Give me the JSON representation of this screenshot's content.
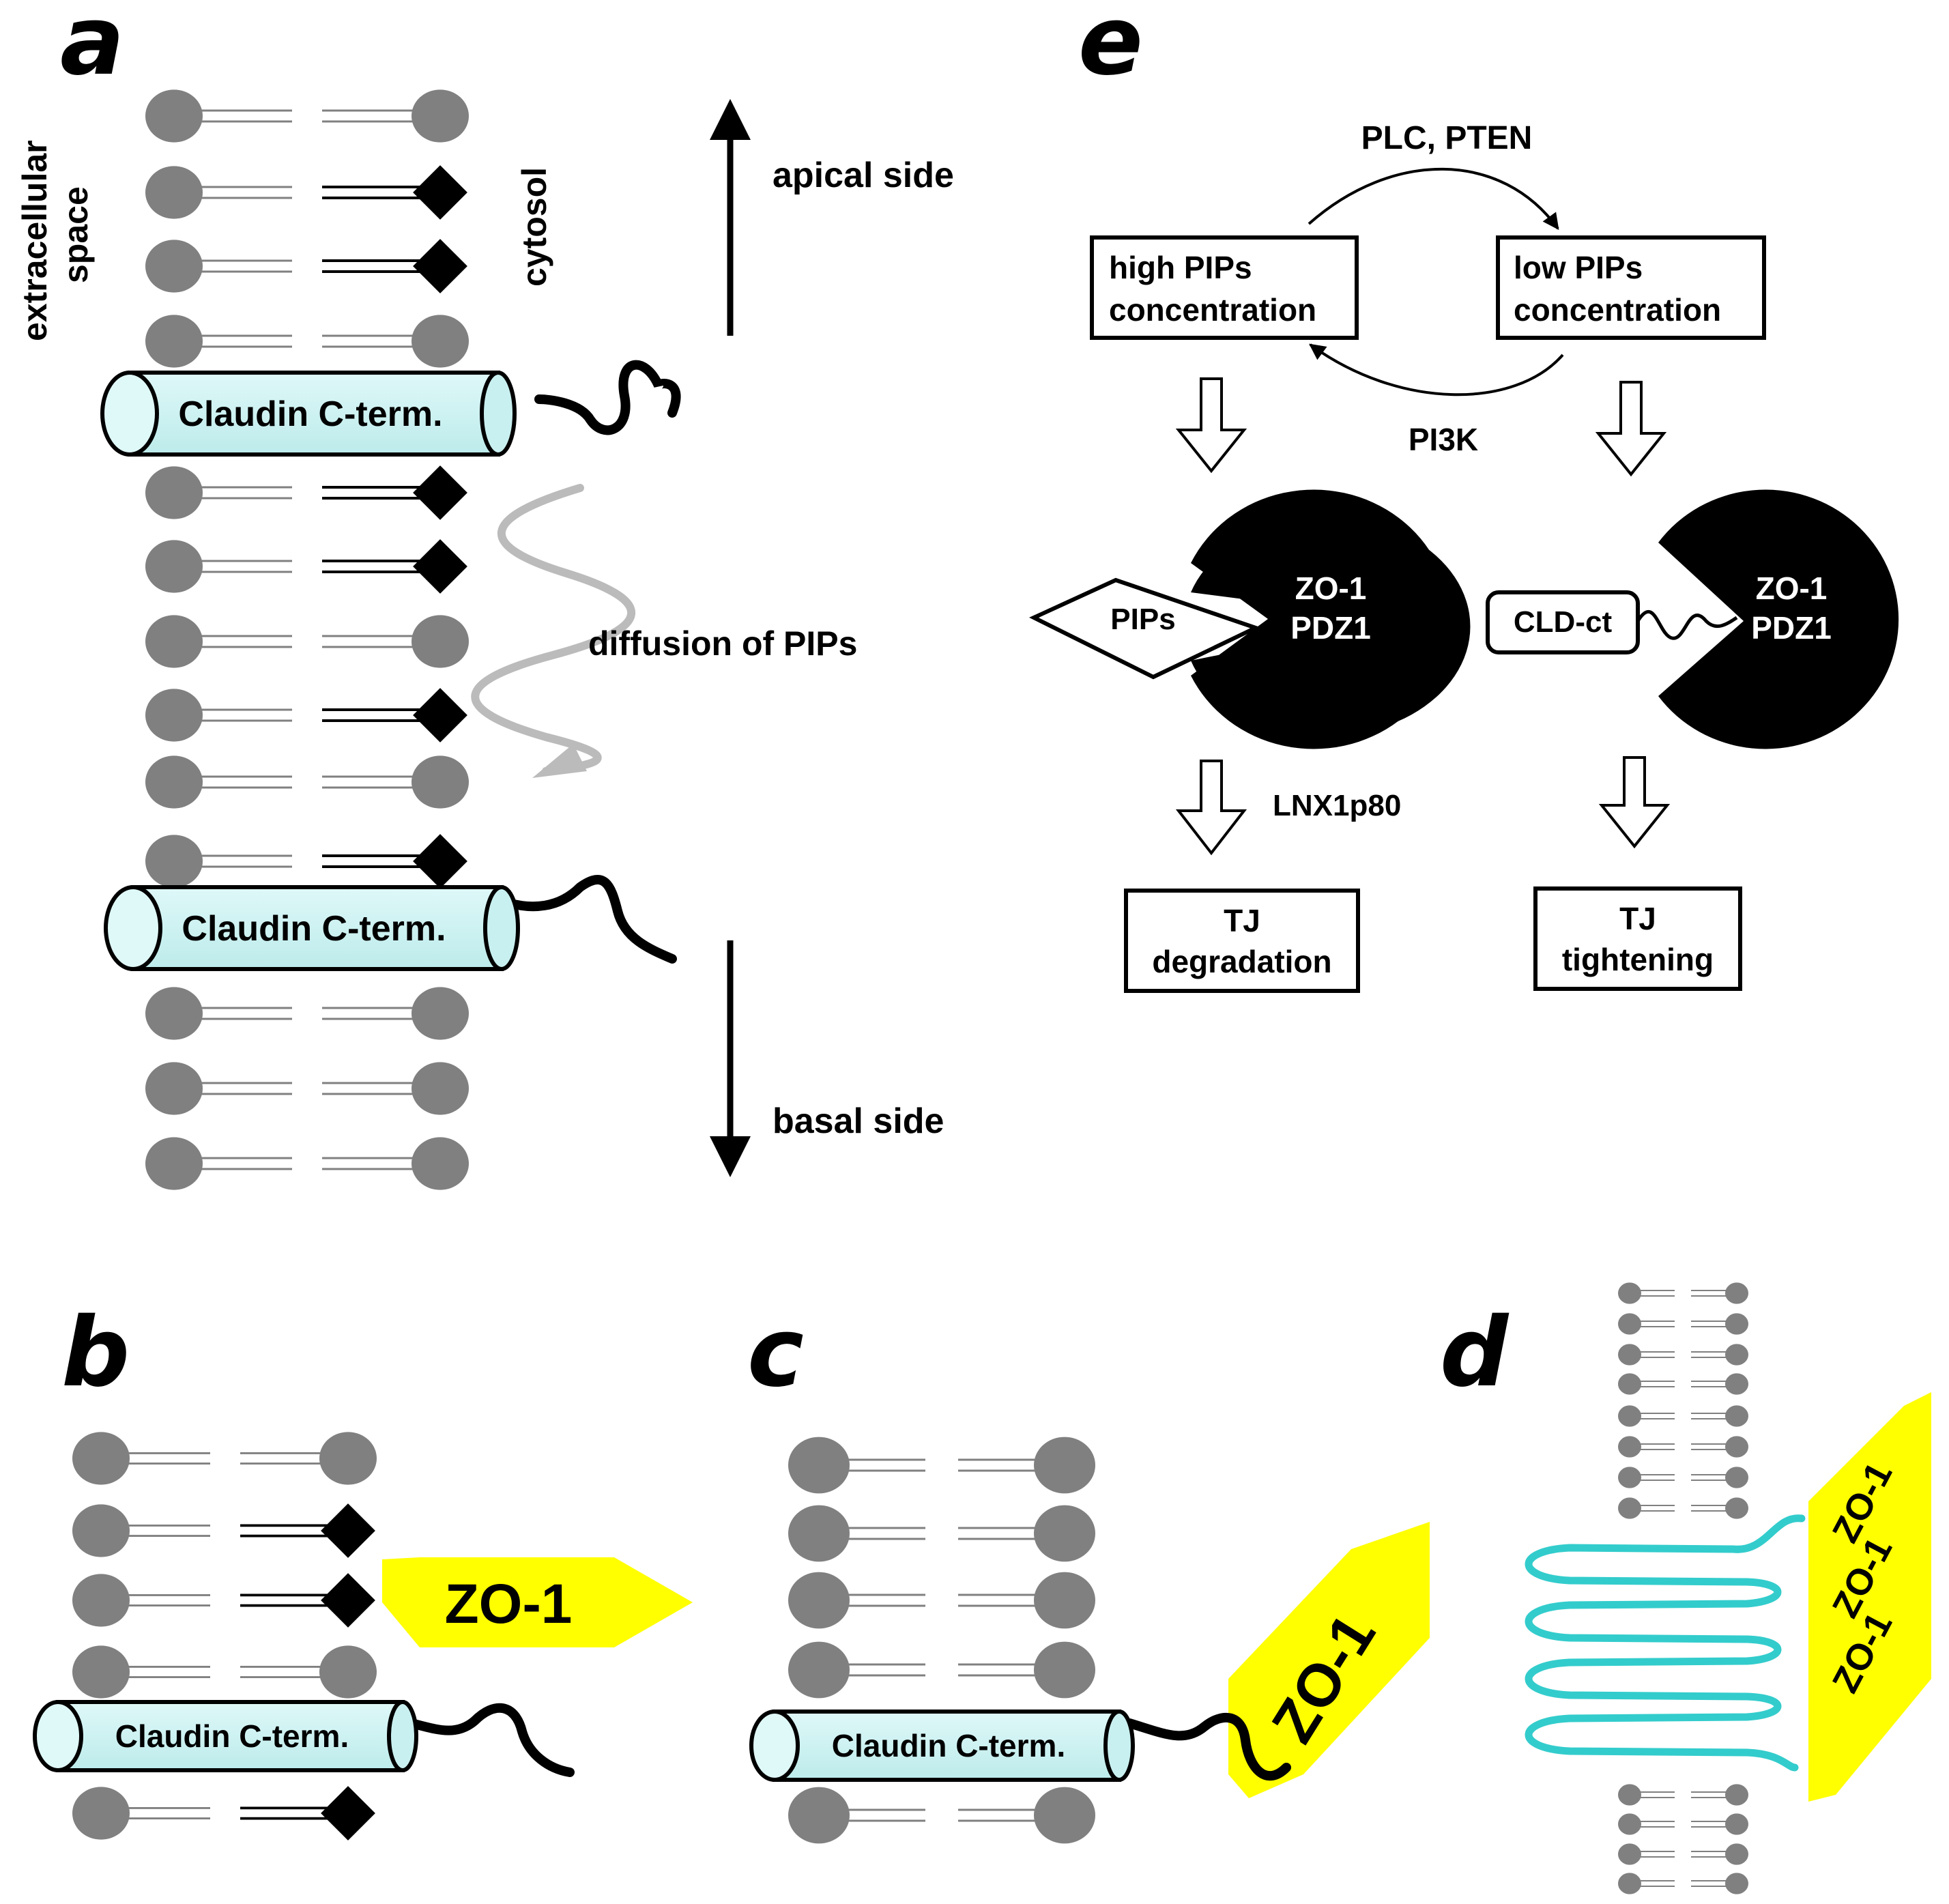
{
  "panels": {
    "a": {
      "label": "a",
      "extracellular": [
        "extracellular",
        "space"
      ],
      "cytosol": "cytosol",
      "claudin": "Claudin C-term.",
      "apical": "apical side",
      "basal": "basal side",
      "diffusion": "diffusion of PIPs"
    },
    "b": {
      "label": "b",
      "claudin": "Claudin C-term.",
      "zo1": "ZO-1"
    },
    "c": {
      "label": "c",
      "claudin": "Claudin C-term.",
      "zo1": "ZO-1"
    },
    "d": {
      "label": "d",
      "zo1": "ZO-1"
    },
    "e": {
      "label": "e",
      "enzyme_top": "PLC, PTEN",
      "enzyme_bottom": "PI3K",
      "high": [
        "high PIPs",
        "concentration"
      ],
      "low": [
        "low PIPs",
        "concentration"
      ],
      "pips": "PIPs",
      "cldct": "CLD-ct",
      "zo1_pdz1": [
        "ZO-1",
        "PDZ1"
      ],
      "lnx": "LNX1p80",
      "degradation": [
        "TJ",
        "degradation"
      ],
      "tightening": [
        "TJ",
        "tightening"
      ]
    }
  },
  "colors": {
    "headgroup": "#808080",
    "claudin_fill": "#ccf3f3",
    "zo1": "#ffff00",
    "claudin_loop": "#33cccc",
    "diffusion_arrow": "#bbbbbb",
    "pip_marker": "#000000"
  }
}
